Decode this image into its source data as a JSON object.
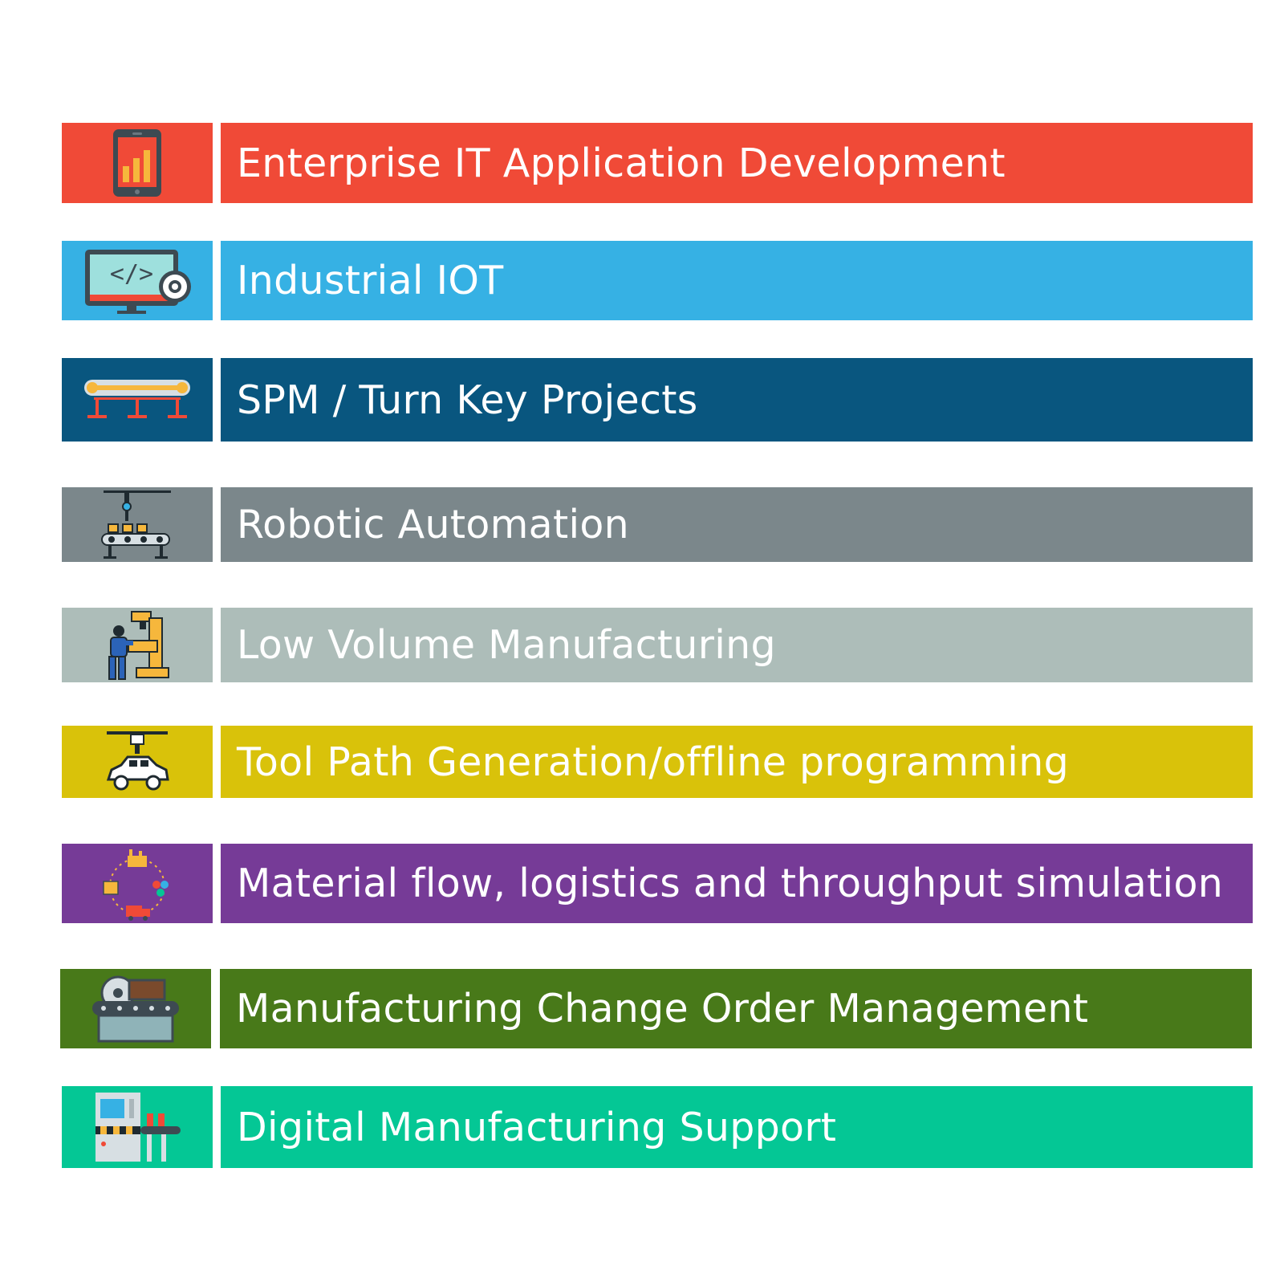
{
  "services": [
    {
      "label": "Enterprise IT Application Development",
      "color": "#f04a37",
      "icon": "tablet-chart-icon"
    },
    {
      "label": "Industrial IOT",
      "color": "#36b1e4",
      "icon": "code-monitor-gear-icon"
    },
    {
      "label": "SPM / Turn Key Projects",
      "color": "#09567f",
      "icon": "conveyor-belt-icon"
    },
    {
      "label": "Robotic Automation",
      "color": "#7b878b",
      "icon": "robotic-arm-conveyor-icon"
    },
    {
      "label": "Low Volume Manufacturing",
      "color": "#adbdb9",
      "icon": "worker-machine-icon"
    },
    {
      "label": "Tool Path Generation/offline programming",
      "color": "#d9c20a",
      "icon": "car-assembly-icon"
    },
    {
      "label": "Material flow, logistics and throughput simulation",
      "color": "#763b97",
      "icon": "logistics-cycle-icon"
    },
    {
      "label": "Manufacturing Change Order Management",
      "color": "#487919",
      "icon": "saw-conveyor-icon"
    },
    {
      "label": "Digital Manufacturing Support",
      "color": "#04c795",
      "icon": "machine-conveyor-icon"
    }
  ]
}
